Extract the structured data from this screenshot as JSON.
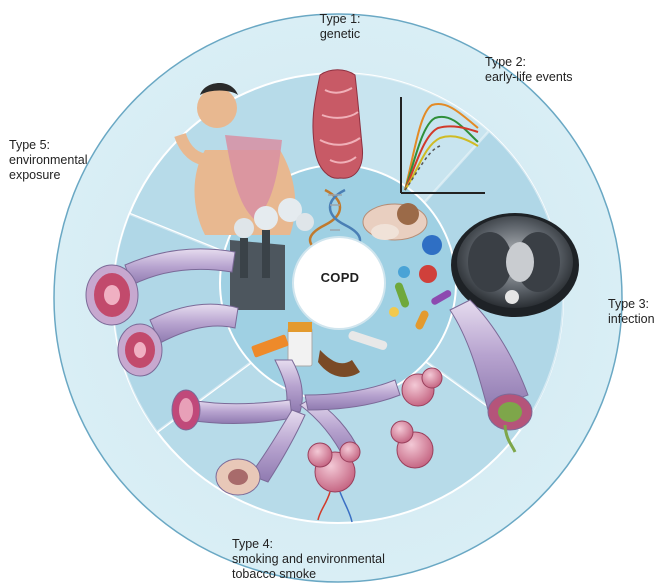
{
  "center": {
    "label": "COPD"
  },
  "types": {
    "type1": {
      "number": "Type 1:",
      "name_lines": [
        "genetic"
      ]
    },
    "type2": {
      "number": "Type 2:",
      "name_lines": [
        "early-life events"
      ]
    },
    "type3": {
      "number": "Type 3:",
      "name_lines": [
        "infection"
      ]
    },
    "type4": {
      "number": "Type 4:",
      "name_lines": [
        "smoking and environmental",
        "tobacco smoke"
      ]
    },
    "type5": {
      "number": "Type 5:",
      "name_lines": [
        "environmental",
        "exposure"
      ]
    }
  },
  "colors": {
    "outer_ring": "#d4eaf2",
    "middle_ring": "#b9dcea",
    "inner_ring": "#9dcfe3",
    "center": "#ffffff",
    "airway": "#c3b0d6",
    "airway_inner": "#c0497a",
    "lung": "#d88fa3"
  }
}
